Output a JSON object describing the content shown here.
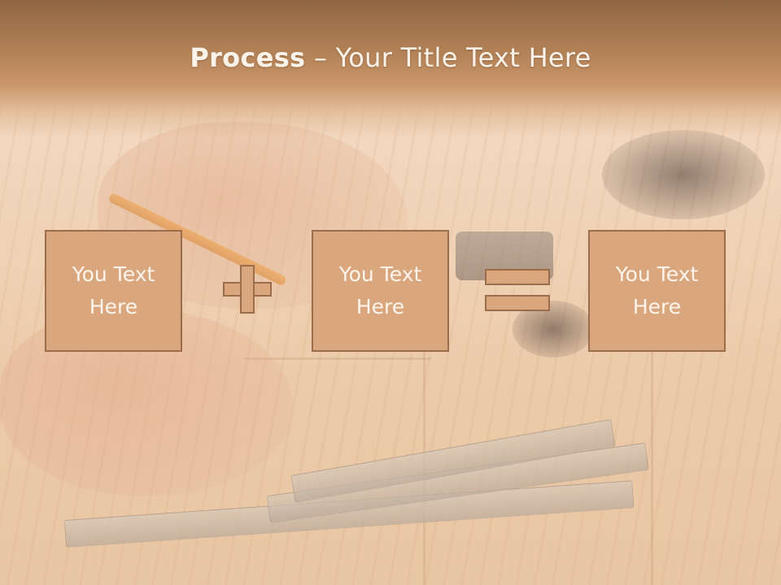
{
  "slide": {
    "title_bold": "Process",
    "title_rest": " – Your Title Text Here",
    "boxes": [
      {
        "text": "You Text\nHere"
      },
      {
        "text": "You Text\nHere"
      },
      {
        "text": "You Text\nHere"
      }
    ],
    "operators": [
      "plus",
      "equals"
    ],
    "colors": {
      "header": "#b07f55",
      "box_fill": "#d9a67e",
      "box_border": "#9b6d4b",
      "title_text": "#fbf3ea"
    }
  }
}
